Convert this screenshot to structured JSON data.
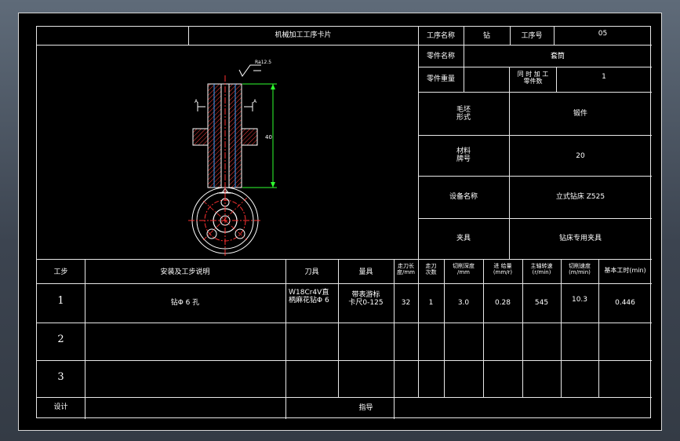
{
  "card": {
    "title": "机械加工工序卡片",
    "process_name_label": "工序名称",
    "process_name_value": "钻",
    "process_no_label": "工序号",
    "process_no_value": "05",
    "part_name_label": "零件名称",
    "part_name_value": "套筒",
    "part_weight_label": "零件重量",
    "part_weight_value": "",
    "same_time_label": "同 时 加 工\n零件数",
    "same_time_value": "1",
    "blank_label": "毛坯\n形式",
    "blank_value": "锻件",
    "material_label": "材料\n牌号",
    "material_value": "20",
    "equipment_label": "设备名称",
    "equipment_value": "立式钻床 Z525",
    "fixture_label": "夹具",
    "fixture_value": "钻床专用夹具"
  },
  "drawing": {
    "roughness": "Ra12.5",
    "dim_length": "40",
    "section_mark": "A"
  },
  "table": {
    "headers": [
      "工步",
      "安装及工步说明",
      "刀具",
      "量具",
      "走刀长\n度/mm",
      "走刀\n次数",
      "切削深度\n/mm",
      "进 给量\n(mm/r)",
      "主轴转速\n(r/min)",
      "切削速度\n(m/min)",
      "基本工时(min)"
    ],
    "rows": [
      [
        "1",
        "钻Φ 6 孔",
        "Ｗ18Cr4V直\n柄麻花钻Φ 6",
        "带表游标\n卡尺0-125",
        "32",
        "1",
        "3.0",
        "0.28",
        "545",
        "10.3",
        "0.446"
      ],
      [
        "2",
        "",
        "",
        "",
        "",
        "",
        "",
        "",
        "",
        "",
        ""
      ],
      [
        "3",
        "",
        "",
        "",
        "",
        "",
        "",
        "",
        "",
        "",
        ""
      ]
    ],
    "footer_design": "设计",
    "footer_guide": "指导"
  }
}
